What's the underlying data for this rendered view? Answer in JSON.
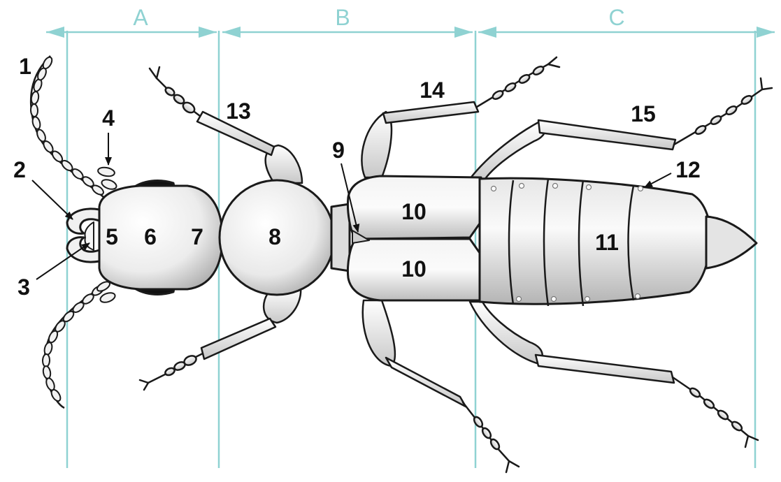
{
  "sections": {
    "a": "A",
    "b": "B",
    "c": "C"
  },
  "labels": {
    "l1": "1",
    "l2": "2",
    "l3": "3",
    "l4": "4",
    "l5": "5",
    "l6": "6",
    "l7": "7",
    "l8": "8",
    "l9": "9",
    "l10a": "10",
    "l10b": "10",
    "l11": "11",
    "l12": "12",
    "l13": "13",
    "l14": "14",
    "l15": "15"
  },
  "colors": {
    "section_guides": "#8fd2d2",
    "outline": "#1a1a1a",
    "body_fill": "#eeeeee",
    "eye": "#111111"
  }
}
